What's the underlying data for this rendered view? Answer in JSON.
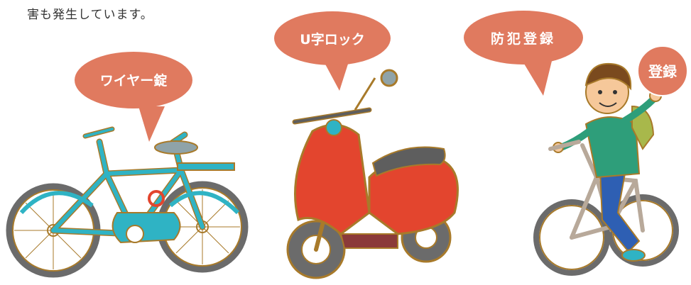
{
  "intro_text": "害も発生しています。",
  "bubbles": {
    "wire_lock": "ワイヤー錠",
    "u_lock": "U字ロック",
    "crime_registration": "防犯登録",
    "registration_sign": "登録"
  },
  "colors": {
    "bubble": "#E07A5F",
    "bicycle_frame": "#2FB3C4",
    "scooter_body": "#E3452E",
    "outline": "#A87A2A",
    "tire": "#6B6B6B"
  }
}
